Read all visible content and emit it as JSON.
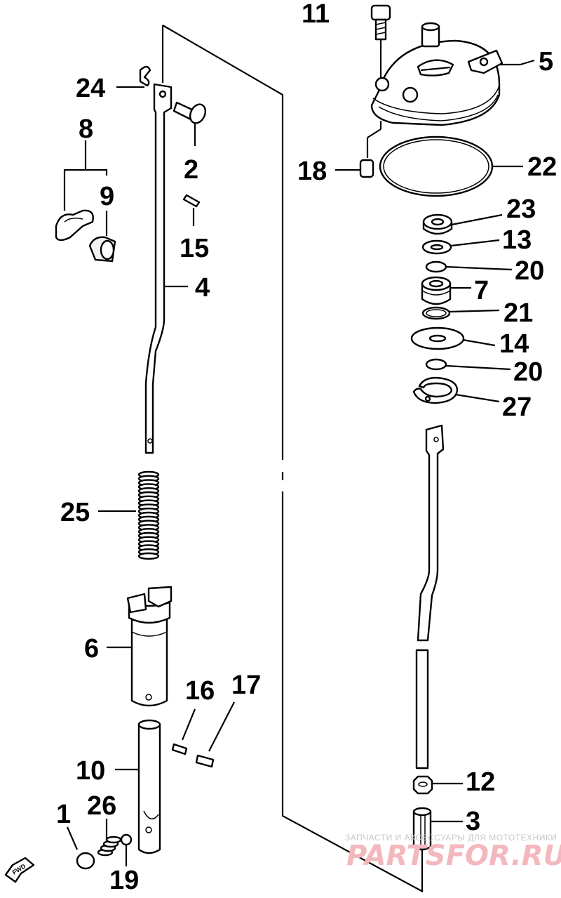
{
  "diagram": {
    "labels": [
      "11",
      "5",
      "24",
      "2",
      "8",
      "9",
      "15",
      "4",
      "18",
      "22",
      "23",
      "13",
      "20",
      "7",
      "21",
      "14",
      "20",
      "27",
      "25",
      "6",
      "16",
      "17",
      "10",
      "12",
      "3",
      "1",
      "26",
      "19"
    ],
    "fwd_marker": "FWD"
  },
  "watermark": {
    "tagline": "ЗАПЧАСТИ И АКСЕССУАРЫ ДЛЯ МОТОТЕХНИКИ",
    "site": "PARTSFOR.RU"
  }
}
